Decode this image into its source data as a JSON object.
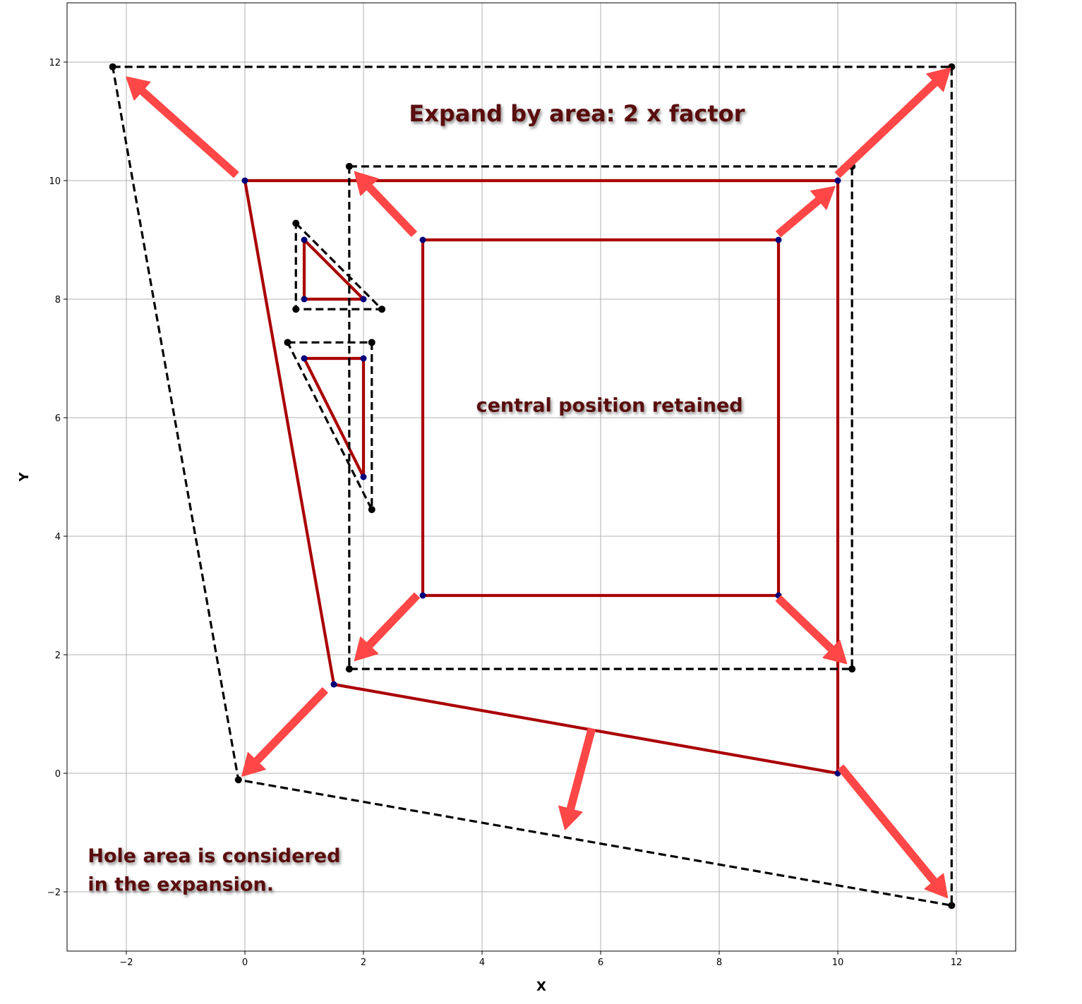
{
  "chart_data": {
    "type": "line",
    "xlabel": "X",
    "ylabel": "Y",
    "xlim": [
      -3,
      13
    ],
    "ylim": [
      -3,
      13
    ],
    "xticks": [
      -2,
      0,
      2,
      4,
      6,
      8,
      10,
      12
    ],
    "yticks": [
      -2,
      0,
      2,
      4,
      6,
      8,
      10,
      12
    ],
    "xtick_labels": [
      "−2",
      "0",
      "2",
      "4",
      "6",
      "8",
      "10",
      "12"
    ],
    "ytick_labels": [
      "−2",
      "0",
      "2",
      "4",
      "6",
      "8",
      "10",
      "12"
    ],
    "grid": true,
    "legend": "none",
    "colors": {
      "original": "#aa0000",
      "expanded": "#000000",
      "arrow": "#ff4747",
      "annotation": "#5a0b0b"
    },
    "series": [
      {
        "style": "original",
        "closed": true,
        "x": [
          0,
          10,
          10,
          1.5
        ],
        "y": [
          10,
          10,
          0,
          1.5
        ]
      },
      {
        "style": "original",
        "closed": true,
        "x": [
          3,
          9,
          9,
          3
        ],
        "y": [
          9,
          9,
          3,
          3
        ]
      },
      {
        "style": "original",
        "closed": true,
        "x": [
          1,
          2,
          1
        ],
        "y": [
          9,
          8,
          8
        ]
      },
      {
        "style": "original",
        "closed": true,
        "x": [
          1,
          2,
          2
        ],
        "y": [
          7,
          7,
          5
        ]
      },
      {
        "style": "expanded",
        "closed": true,
        "x": [
          -2.23,
          11.92,
          11.92,
          -0.11
        ],
        "y": [
          11.92,
          11.92,
          -2.23,
          -0.11
        ]
      },
      {
        "style": "expanded",
        "closed": true,
        "x": [
          1.76,
          10.24,
          10.24,
          1.76
        ],
        "y": [
          10.24,
          10.24,
          1.76,
          1.76
        ]
      },
      {
        "style": "expanded",
        "closed": true,
        "x": [
          0.86,
          2.31,
          0.86
        ],
        "y": [
          9.28,
          7.83,
          7.83
        ]
      },
      {
        "style": "expanded",
        "closed": true,
        "x": [
          0.72,
          2.14,
          2.14
        ],
        "y": [
          7.27,
          7.27,
          4.45
        ]
      }
    ],
    "arrows": [
      {
        "from": [
          -0.15,
          10.1
        ],
        "to": [
          -2.0,
          11.75
        ]
      },
      {
        "from": [
          10.0,
          10.1
        ],
        "to": [
          11.9,
          11.9
        ]
      },
      {
        "from": [
          2.85,
          9.1
        ],
        "to": [
          1.85,
          10.15
        ]
      },
      {
        "from": [
          9.0,
          9.1
        ],
        "to": [
          9.95,
          9.9
        ]
      },
      {
        "from": [
          2.9,
          3.0
        ],
        "to": [
          1.85,
          1.9
        ]
      },
      {
        "from": [
          9.0,
          2.95
        ],
        "to": [
          10.15,
          1.85
        ]
      },
      {
        "from": [
          1.35,
          1.4
        ],
        "to": [
          -0.05,
          -0.05
        ]
      },
      {
        "from": [
          5.85,
          0.75
        ],
        "to": [
          5.4,
          -0.95
        ]
      },
      {
        "from": [
          10.05,
          0.1
        ],
        "to": [
          11.85,
          -2.1
        ]
      }
    ],
    "annotations": [
      {
        "text": "Expand by area:  2 x factor",
        "x": 5.6,
        "y": 11.0
      },
      {
        "text": "central position retained",
        "x": 6.15,
        "y": 6.1
      },
      {
        "text": "Hole area is considered",
        "x": -2.65,
        "y": -1.5
      },
      {
        "text": "in the expansion.",
        "x": -2.65,
        "y": -1.98
      }
    ]
  }
}
